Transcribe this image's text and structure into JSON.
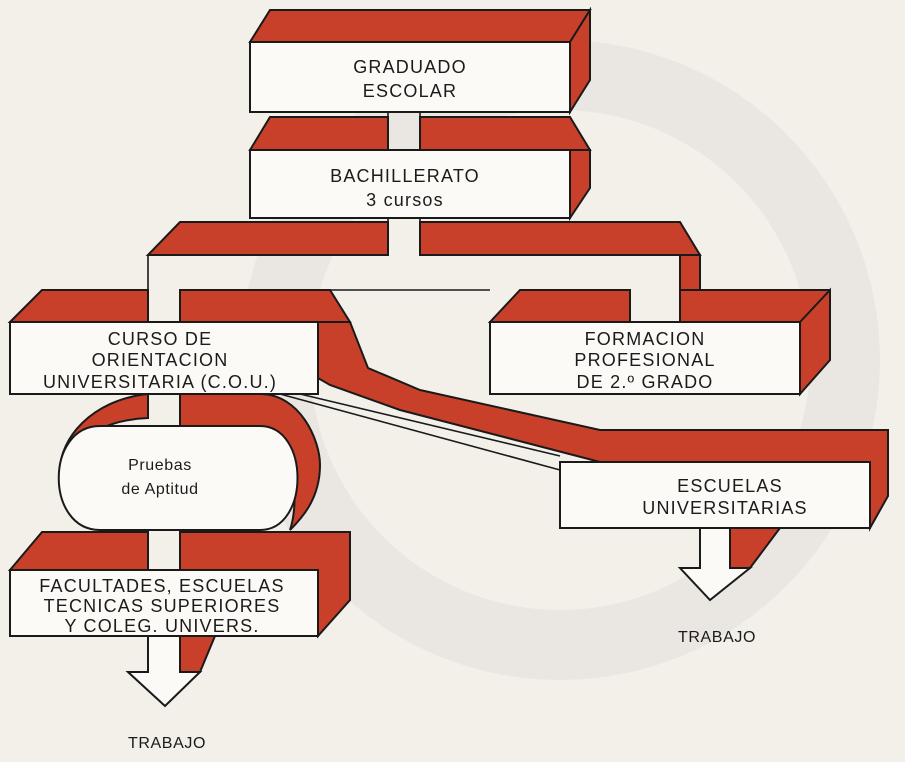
{
  "colors": {
    "accent_red": "#c9402a",
    "box_face": "#fbfaf6",
    "ink": "#1a1a1a"
  },
  "nodes": {
    "graduado": {
      "line1": "GRADUADO",
      "line2": "ESCOLAR"
    },
    "bachillerato": {
      "line1": "BACHILLERATO",
      "line2": "3 cursos"
    },
    "cou": {
      "line1": "CURSO DE",
      "line2": "ORIENTACION",
      "line3": "UNIVERSITARIA (C.O.U.)"
    },
    "formacion": {
      "line1": "FORMACION",
      "line2": "PROFESIONAL",
      "line3": "DE 2.º GRADO"
    },
    "pruebas": {
      "line1": "Pruebas",
      "line2": "de Aptitud"
    },
    "escuelas": {
      "line1": "ESCUELAS",
      "line2": "UNIVERSITARIAS"
    },
    "facultades": {
      "line1": "FACULTADES, ESCUELAS",
      "line2": "TECNICAS SUPERIORES",
      "line3": "Y COLEG. UNIVERS."
    }
  },
  "outputs": {
    "trabajo_left": "TRABAJO",
    "trabajo_right": "TRABAJO"
  }
}
